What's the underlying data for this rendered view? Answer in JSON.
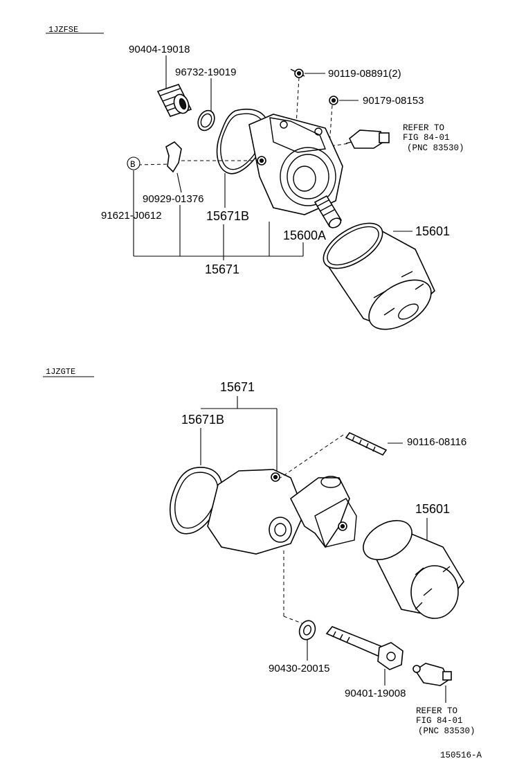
{
  "sections": [
    {
      "id": "upper",
      "label": "1JZFSE"
    },
    {
      "id": "lower",
      "label": "1JZGTE"
    }
  ],
  "upper": {
    "labels": {
      "p90404": "90404-19018",
      "p96732": "96732-19019",
      "p90119": "90119-08891(2)",
      "p90179": "90179-08153",
      "ref1": "REFER TO",
      "ref2": "FIG 84-01",
      "ref3": "(PNC 83530)",
      "circleB": "B",
      "p90929": "90929-01376",
      "p91621": "91621-J0612",
      "p15671B": "15671B",
      "p15600A": "15600A",
      "p15601": "15601",
      "p15671": "15671"
    }
  },
  "lower": {
    "labels": {
      "p15671": "15671",
      "p15671B": "15671B",
      "p90116": "90116-08116",
      "p15601": "15601",
      "p90430": "90430-20015",
      "p90401": "90401-19008",
      "ref1": "REFER TO",
      "ref2": "FIG 84-01",
      "ref3": "(PNC 83530)"
    }
  },
  "footer": {
    "code": "150516-A"
  }
}
